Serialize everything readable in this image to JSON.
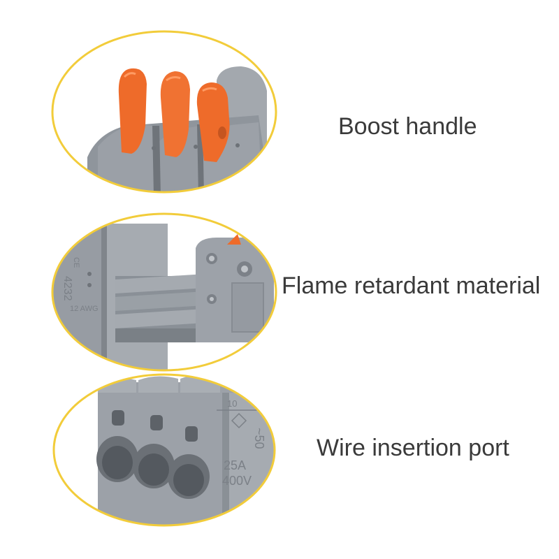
{
  "features": [
    {
      "caption": "Boost handle"
    },
    {
      "caption": "Flame retardant material"
    },
    {
      "caption": "Wire insertion port"
    }
  ],
  "product_markings": {
    "side_markings": [
      "CE",
      "4232",
      "12 AWG"
    ],
    "rating_current": "25A",
    "rating_voltage": "400V",
    "strip_length_top": "10",
    "strip_length_side": "~50"
  },
  "colors": {
    "background": "#ffffff",
    "frame_ring": "#f2cc3a",
    "housing_gray": "#8e949c",
    "lever_orange": "#ee6b2a",
    "caption_text": "#3a3a3a"
  }
}
